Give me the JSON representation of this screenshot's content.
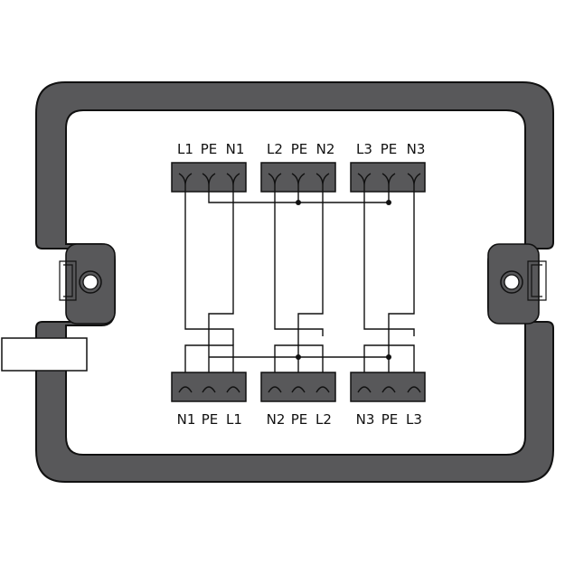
{
  "colors": {
    "housing": "#58585a",
    "housing_stroke": "#111111",
    "block": "#58585a",
    "label_strip": "#ffffff",
    "background": "#ffffff"
  },
  "top_connectors": [
    {
      "name": "connector-1",
      "pins": [
        "L1",
        "PE",
        "N1"
      ]
    },
    {
      "name": "connector-2",
      "pins": [
        "L2",
        "PE",
        "N2"
      ]
    },
    {
      "name": "connector-3",
      "pins": [
        "L3",
        "PE",
        "N3"
      ]
    }
  ],
  "bottom_connectors": [
    {
      "name": "connector-1",
      "pins": [
        "N1",
        "PE",
        "L1"
      ]
    },
    {
      "name": "connector-2",
      "pins": [
        "N2",
        "PE",
        "L2"
      ]
    },
    {
      "name": "connector-3",
      "pins": [
        "N3",
        "PE",
        "L3"
      ]
    }
  ],
  "icons": {
    "left_mount": "screw-mount-icon",
    "right_mount": "screw-mount-icon"
  }
}
